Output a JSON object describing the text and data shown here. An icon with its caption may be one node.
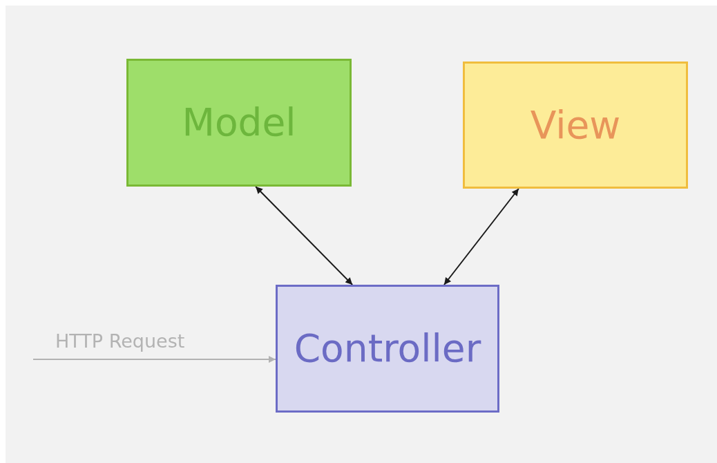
{
  "diagram": {
    "nodes": [
      {
        "text": [
          "Model"
        ]
      },
      {
        "text": [
          "View"
        ]
      },
      {
        "text": [
          "Controller"
        ]
      }
    ],
    "edges": [
      {
        "from": 0,
        "to": 2,
        "arrow": "both"
      },
      {
        "from": 1,
        "to": 2,
        "arrow": "both"
      },
      {
        "from": null,
        "to": 2,
        "arrow": "to",
        "label": "HTTP Request",
        "color": "#b3b3b3"
      }
    ]
  }
}
